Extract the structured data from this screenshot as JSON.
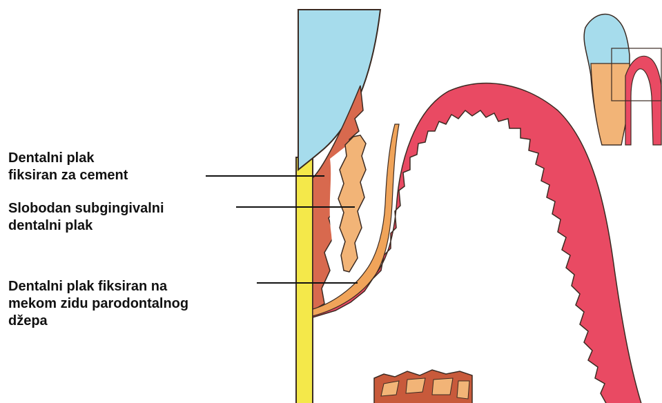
{
  "colors": {
    "enamel": "#a6dcec",
    "cementum": "#f4e84a",
    "gingiva": "#e94a63",
    "plaque_fixed_tooth": "#d8694e",
    "plaque_free": "#f2b477",
    "plaque_soft_wall": "#f0a45a",
    "bone": "#c85a3b",
    "outline": "#3a2a22",
    "label_text": "#111111"
  },
  "icons": {
    "inset": "tooth-inset-icon"
  },
  "labels": [
    {
      "id": "fixed-cement",
      "lines": [
        "Dentalni plak",
        "fiksiran za cement"
      ]
    },
    {
      "id": "free-subgingival",
      "lines": [
        "Slobodan subgingivalni",
        "dentalni plak"
      ]
    },
    {
      "id": "fixed-soft-wall",
      "lines": [
        "Dentalni plak fiksiran na",
        "mekom zidu parodontalnog",
        "džepa"
      ]
    }
  ]
}
